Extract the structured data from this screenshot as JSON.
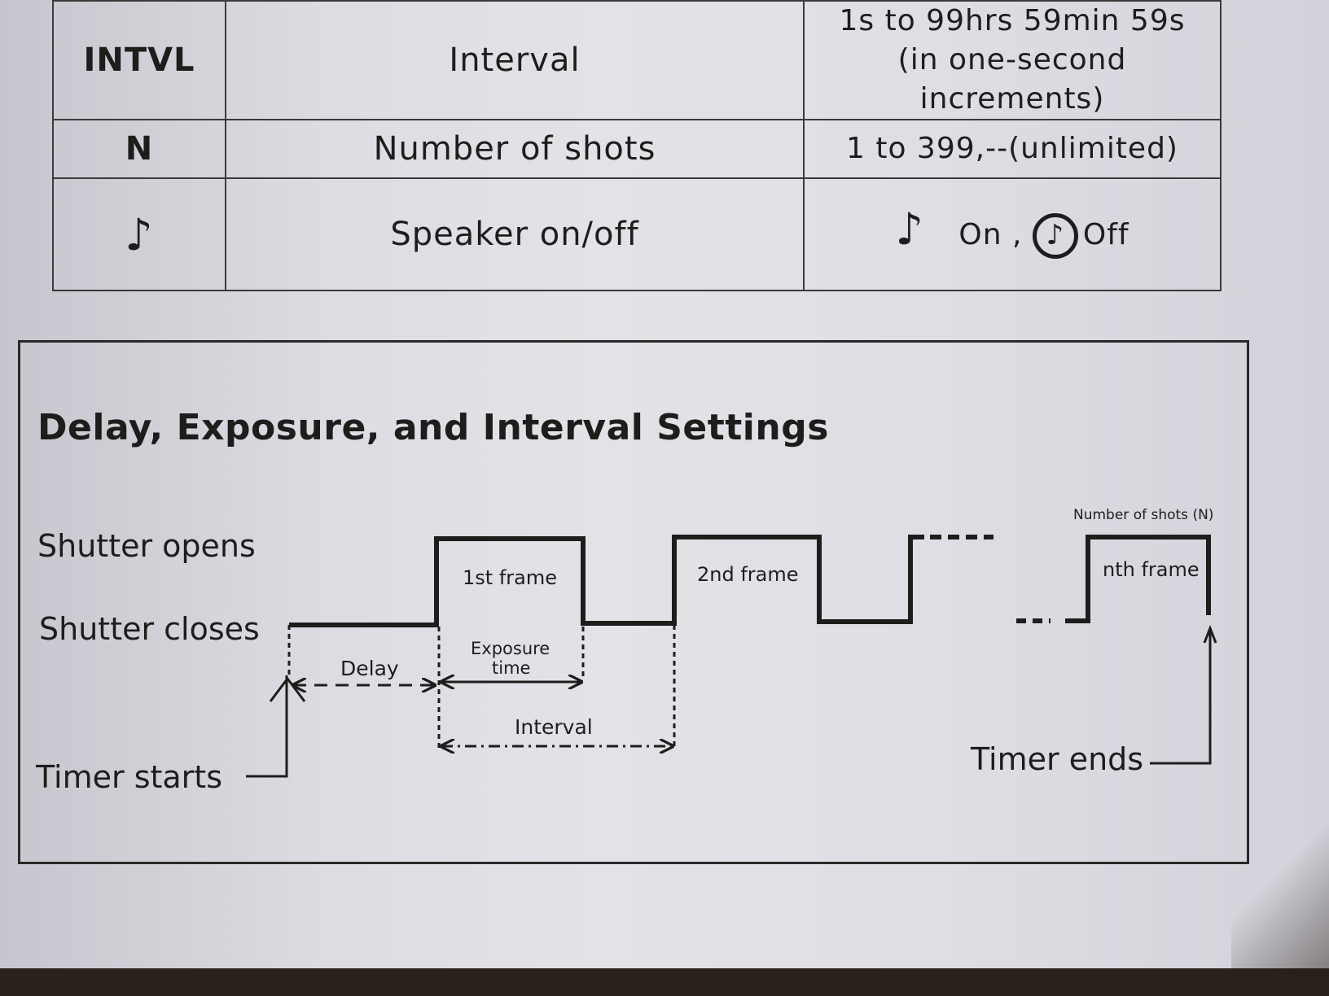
{
  "table": {
    "rows": [
      {
        "key": "INTVL",
        "name": "Interval",
        "range_line1": "1s to 99hrs 59min 59s",
        "range_line2": "(in one-second increments)"
      },
      {
        "key": "N",
        "name": "Number of shots",
        "range": "1 to 399,--(unlimited)"
      },
      {
        "key": "♪",
        "name": "Speaker on/off",
        "range_on": "On ,",
        "range_off": "Off",
        "on_icon": "note-icon",
        "off_icon": "note-off-icon"
      }
    ]
  },
  "diagram": {
    "title": "Delay, Exposure, and Interval Settings",
    "labels": {
      "shutter_opens": "Shutter opens",
      "shutter_closes": "Shutter closes",
      "timer_starts": "Timer starts",
      "timer_ends": "Timer ends",
      "number_of_shots": "Number of shots (N)",
      "frame1": "1st frame",
      "frame2": "2nd frame",
      "frameN": "nth frame",
      "delay": "Delay",
      "exposure_line1": "Exposure",
      "exposure_line2": "time",
      "interval": "Interval"
    }
  }
}
